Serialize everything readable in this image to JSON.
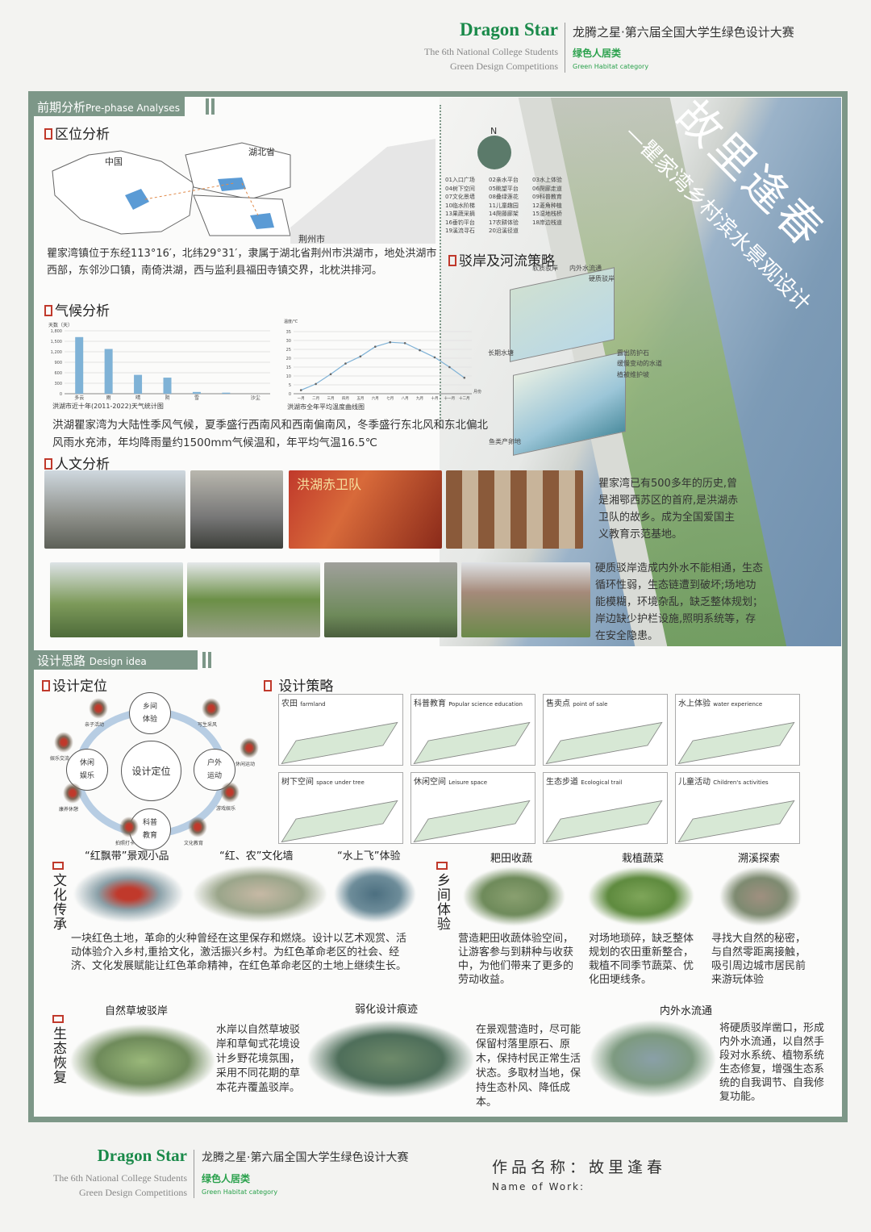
{
  "header": {
    "brand": "Dragon Star",
    "sub1": "The 6th National College Students",
    "sub2": "Green Design Competitions",
    "title_cn": "龙腾之星·第六届全国大学生绿色设计大赛",
    "category_cn": "绿色人居类",
    "category_en": "Green Habitat category"
  },
  "project": {
    "title": "故里逢春",
    "subtitle": "—瞿家湾乡村滨水景观设计"
  },
  "section1": {
    "label": "前期分析",
    "label_en": "Pre-phase Analyses"
  },
  "location": {
    "heading": "区位分析",
    "map_labels": [
      "中国",
      "湖北省",
      "荆州市"
    ],
    "text": "瞿家湾镇位于东经113°16′，北纬29°31′，隶属于湖北省荆州市洪湖市，地处洪湖市西部，东邻沙口镇，南倚洪湖，西与监利县福田寺镇交界，北枕洪排河。"
  },
  "site_legend": [
    "01入口广场",
    "02亲水平台",
    "03水上体验",
    "04树下空间",
    "05眺望平台",
    "06爬廊走道",
    "07文化景墙",
    "08叠绿莲花",
    "09科普教育",
    "10临水阶梯",
    "11儿童趣园",
    "12菱角种植",
    "13果蔬采摘",
    "14爬藤廊架",
    "15湿地栈桥",
    "16垂钓平台",
    "17农耕体验",
    "18岸边栈道",
    "19溪流寻石",
    "20沿溪径道"
  ],
  "compass": "N",
  "river": {
    "heading": "驳岸及河流策略",
    "labels": [
      "软质驳岸",
      "内外水流通",
      "硬质驳岸",
      "长期水塘",
      "露出防护石",
      "缓慢变动的水道",
      "植被维护坡",
      "鱼类产卵地"
    ]
  },
  "climate": {
    "heading": "气候分析",
    "text": "洪湖瞿家湾为大陆性季风气候，夏季盛行西南风和西南偏南风，冬季盛行东北风和东北偏北风雨水充沛，年均降雨量约1500mm气候温和，年平均气温16.5℃"
  },
  "chart_data": [
    {
      "type": "bar",
      "title": "洪湖市近十年(2011-2022)天气统计图",
      "ylabel": "天数（天）",
      "categories": [
        "多云",
        "雨",
        "晴",
        "阴",
        "雪",
        "",
        "沙尘"
      ],
      "values": [
        1620,
        1280,
        540,
        460,
        50,
        30,
        0
      ],
      "ylim": [
        0,
        1800
      ],
      "yticks": [
        "0",
        "300",
        "600",
        "900",
        "1,200",
        "1,500",
        "1,800"
      ],
      "color": "#7fb2d6",
      "grid": true
    },
    {
      "type": "line",
      "title": "洪湖市全年平均温度曲线图",
      "ylabel": "温度/℃",
      "xlabel": "月份",
      "categories": [
        "一月",
        "二月",
        "三月",
        "四月",
        "五月",
        "六月",
        "七月",
        "八月",
        "九月",
        "十月",
        "十一月",
        "十二月"
      ],
      "values": [
        2,
        5.5,
        11,
        17,
        21,
        26.5,
        29,
        28.5,
        24.5,
        20.5,
        15,
        9
      ],
      "ylim": [
        0,
        35
      ],
      "yticks": [
        "0",
        "5",
        "10",
        "15",
        "20",
        "25",
        "30",
        "35"
      ],
      "color": "#7fb2d6",
      "grid": true
    }
  ],
  "culture": {
    "heading": "人文分析",
    "text1": "瞿家湾已有500多年的历史,曾是湘鄂西苏区的首府,是洪湖赤卫队的故乡。成为全国爱国主义教育示范基地。",
    "text2": "硬质驳岸造成内外水不能相通，生态循环性弱，生态链遭到破坏;场地功能模糊，环境杂乱，缺乏整体规划；岸边缺少护栏设施,照明系统等，存在安全隐患。",
    "poster_text": "洪湖赤卫队"
  },
  "section2": {
    "label": "设计思路",
    "label_en": "Design idea"
  },
  "positioning": {
    "heading": "设计定位",
    "center": "设计定位",
    "nodes": [
      "乡间\n体验",
      "户外\n运动",
      "科普\n教育",
      "休闲\n娱乐"
    ],
    "nodes_a": [
      "乡间",
      "户外",
      "科普",
      "休闲"
    ],
    "nodes_b": [
      "体验",
      "运动",
      "教育",
      "娱乐"
    ],
    "people": [
      "亲子活动",
      "写生采风",
      "休闲运动",
      "游戏娱乐",
      "文化教育",
      "拍照打卡",
      "康养休憩",
      "娱乐交流"
    ]
  },
  "strategy": {
    "heading": "设计策略",
    "cards": [
      {
        "cn": "农田",
        "en": "farmland"
      },
      {
        "cn": "科普教育",
        "en": "Popular science education"
      },
      {
        "cn": "售卖点",
        "en": "point of sale"
      },
      {
        "cn": "水上体验",
        "en": "water experience"
      },
      {
        "cn": "树下空间",
        "en": "space under tree"
      },
      {
        "cn": "休闲空间",
        "en": "Leisure space"
      },
      {
        "cn": "生态步道",
        "en": "Ecological trail"
      },
      {
        "cn": "儿童活动",
        "en": "Children's activities"
      }
    ]
  },
  "culture_heritage": {
    "heading": "文化传承",
    "items": [
      "“红飘带”景观小品",
      "“红、农”文化墙",
      "“水上飞”体验"
    ],
    "text": "一块红色土地，革命的火种曾经在这里保存和燃烧。设计以艺术观赏、活动体验介入乡村,重拾文化，激活振兴乡村。为红色革命老区的社会、经济、文化发展赋能让红色革命精神，在红色革命老区的土地上继续生长。"
  },
  "rural": {
    "heading": "乡间体验",
    "items": [
      "耙田收蔬",
      "栽植蔬菜",
      "溯溪探索"
    ],
    "texts": [
      "营造耙田收蔬体验空间，让游客参与到耕种与收获中，为他们带来了更多的劳动收益。",
      "对场地琐碎，缺乏整体规划的农田重新整合，栽植不同季节蔬菜、优化田埂线条。",
      "寻找大自然的秘密，与自然零距离接触，吸引周边城市居民前来游玩体验"
    ]
  },
  "eco": {
    "heading": "生态恢复",
    "items": [
      "自然草坡驳岸",
      "弱化设计痕迹",
      "内外水流通"
    ],
    "texts": [
      "水岸以自然草坡驳岸和草甸式花境设计乡野花境氛围，采用不同花期的草本花卉覆盖驳岸。",
      "在景观营造时，尽可能保留村落里原石、原木，保持村民正常生活状态。多取材当地，保持生态朴风、降低成本。",
      "将硬质驳岸凿口，形成内外水流通，以自然手段对水系统、植物系统生态修复，增强生态系统的自我调节、自我修复功能。"
    ]
  },
  "footer": {
    "work_label": "作品名称：",
    "work_name": "故里逢春",
    "name_of_work": "Name of Work:"
  },
  "colors": {
    "frame": "#7d9788",
    "brand": "#1a8a4a",
    "accent_red": "#c0392b",
    "river": "#7d9bb6"
  }
}
